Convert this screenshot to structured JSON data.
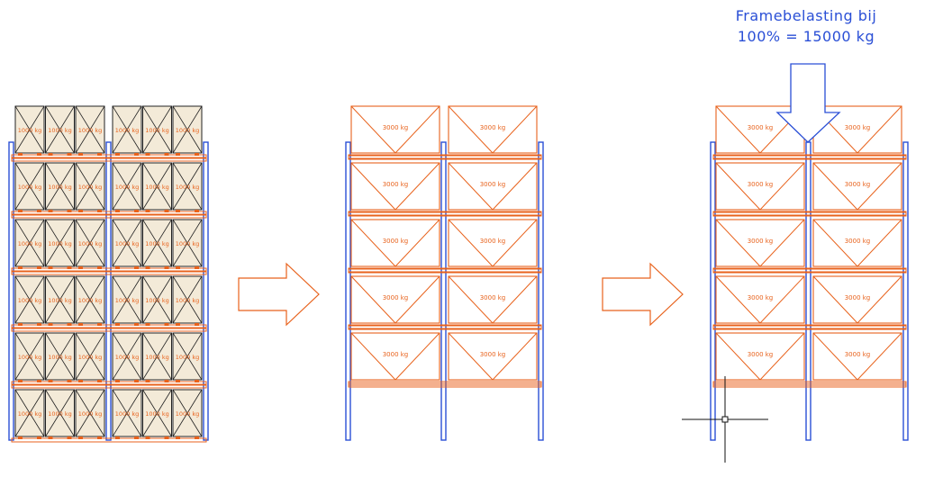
{
  "annotation": {
    "line1": "Framebelasting bij",
    "line2": "100% = 15000 kg"
  },
  "pallet_small_label": "1000 kg",
  "pallet_large_label": "3000 kg",
  "colors": {
    "upright": "#2a4fd6",
    "beam": "#e8621c",
    "pallet_fill": "#f3ead8",
    "pallet_stroke": "#222222",
    "arrow": "#e8621c",
    "load_arrow": "#2a4fd6",
    "cursor": "#111111"
  },
  "racks": [
    {
      "name": "rack-left",
      "levels": 6,
      "bays": 2,
      "pallets_per_bay": 3,
      "pallet": "small"
    },
    {
      "name": "rack-middle",
      "levels": 5,
      "bays": 2,
      "pallets_per_bay": 1,
      "pallet": "large"
    },
    {
      "name": "rack-right",
      "levels": 5,
      "bays": 2,
      "pallets_per_bay": 1,
      "pallet": "large",
      "load_arrow": true
    }
  ]
}
